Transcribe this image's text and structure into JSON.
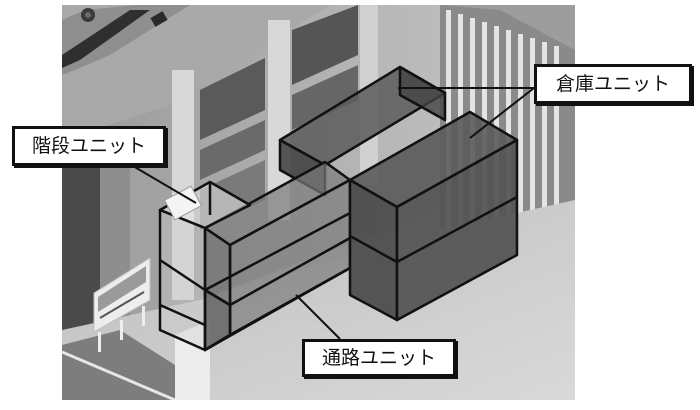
{
  "figure": {
    "type": "annotated isometric building rendering (grayscale)",
    "labels": [
      {
        "id": "stairs",
        "text": "階段ユニット"
      },
      {
        "id": "storage",
        "text": "倉庫ユニット"
      },
      {
        "id": "corridor",
        "text": "通路ユニット"
      }
    ]
  },
  "colors": {
    "background": "#ffffff",
    "label_border": "#111111",
    "unit_outline": "#111111",
    "unit_fill_dark": "#4a4a4a",
    "unit_fill_mid": "#6e6e6e",
    "ground": "#cfcfcf"
  }
}
